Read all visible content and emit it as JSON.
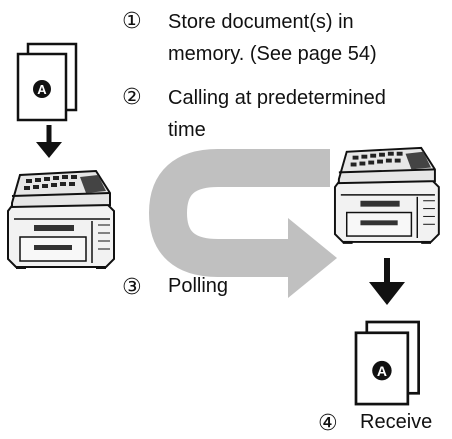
{
  "steps": [
    {
      "marker": "①",
      "lines": [
        "Store document(s) in",
        "memory. (See page 54)"
      ]
    },
    {
      "marker": "②",
      "lines": [
        "Calling at predetermined",
        "time"
      ]
    },
    {
      "marker": "③",
      "lines": [
        "Polling"
      ]
    },
    {
      "marker": "④",
      "lines": [
        "Receive"
      ]
    }
  ],
  "colors": {
    "curved_arrow": "#c0c0c0",
    "ink": "#111111",
    "machine_body": "#f2f2f2"
  },
  "icons": [
    "document-stack-icon",
    "fax-machine-icon",
    "down-arrow-icon",
    "curved-transfer-arrow-icon"
  ]
}
